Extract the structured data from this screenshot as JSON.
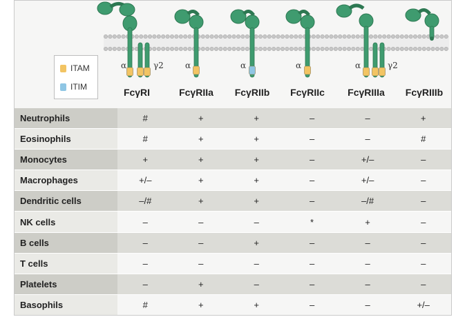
{
  "legend": [
    {
      "label": "ITAM",
      "color": "#f2c463"
    },
    {
      "label": "ITIM",
      "color": "#8fc6e4"
    }
  ],
  "receptors": [
    {
      "name": "FcγRI",
      "chains": [
        "α",
        "γ2"
      ],
      "motif": "ITAM"
    },
    {
      "name": "FcγRIIa",
      "chains": [
        "α"
      ],
      "motif": "ITAM"
    },
    {
      "name": "FcγRIIb",
      "chains": [
        "α"
      ],
      "motif": "ITIM"
    },
    {
      "name": "FcγRIIc",
      "chains": [
        "α"
      ],
      "motif": "ITAM"
    },
    {
      "name": "FcγRIIIa",
      "chains": [
        "α",
        "γ2"
      ],
      "motif": "ITAM"
    },
    {
      "name": "FcγRIIIb",
      "chains": [],
      "motif": "none"
    }
  ],
  "colors": {
    "receptor": "#3f9b6f",
    "receptor_dark": "#2d7852",
    "membrane_head": "#c7c7c7"
  },
  "table": {
    "rows": [
      {
        "cell": "Neutrophils",
        "values": [
          "#",
          "+",
          "+",
          "–",
          "–",
          "+"
        ]
      },
      {
        "cell": "Eosinophils",
        "values": [
          "#",
          "+",
          "+",
          "–",
          "–",
          "#"
        ]
      },
      {
        "cell": "Monocytes",
        "values": [
          "+",
          "+",
          "+",
          "–",
          "+/–",
          "–"
        ]
      },
      {
        "cell": "Macrophages",
        "values": [
          "+/–",
          "+",
          "+",
          "–",
          "+/–",
          "–"
        ]
      },
      {
        "cell": "Dendritic cells",
        "values": [
          "–/#",
          "+",
          "+",
          "–",
          "–/#",
          "–"
        ]
      },
      {
        "cell": "NK cells",
        "values": [
          "–",
          "–",
          "–",
          "*",
          "+",
          "–"
        ]
      },
      {
        "cell": "B cells",
        "values": [
          "–",
          "–",
          "+",
          "–",
          "–",
          "–"
        ]
      },
      {
        "cell": "T cells",
        "values": [
          "–",
          "–",
          "–",
          "–",
          "–",
          "–"
        ]
      },
      {
        "cell": "Platelets",
        "values": [
          "–",
          "+",
          "–",
          "–",
          "–",
          "–"
        ]
      },
      {
        "cell": "Basophils",
        "values": [
          "#",
          "+",
          "+",
          "–",
          "–",
          "+/–"
        ]
      }
    ]
  }
}
